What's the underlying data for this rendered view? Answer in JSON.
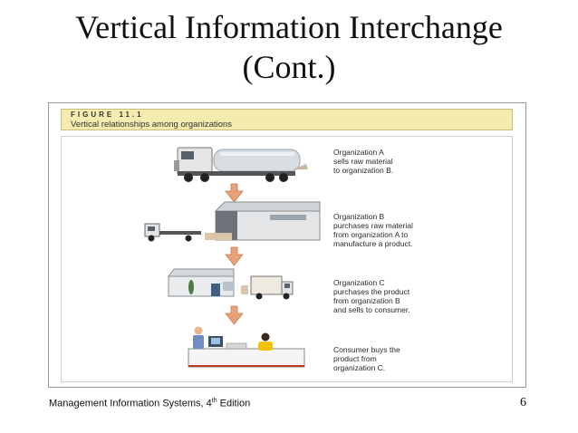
{
  "slide": {
    "title_line1": "Vertical Information Interchange",
    "title_line2": "(Cont.)"
  },
  "figure": {
    "label": "FIGURE 11.1",
    "caption": "Vertical relationships among organizations",
    "stages": [
      {
        "lines": [
          "Organization A",
          "sells raw material",
          "to organization B."
        ]
      },
      {
        "lines": [
          "Organization B",
          "purchases raw material",
          "from organization A to",
          "manufacture a product."
        ]
      },
      {
        "lines": [
          "Organization C",
          "purchases the product",
          "from organization B",
          "and sells to consumer."
        ]
      },
      {
        "lines": [
          "Consumer buys the",
          "product from",
          "organization C."
        ]
      }
    ]
  },
  "footer": {
    "source_prefix": "Management Information Systems, 4",
    "source_sup": "th",
    "source_suffix": " Edition",
    "page_number": "6"
  },
  "colors": {
    "caption_bg": "#f4ebae",
    "arrow": "#e8a27a"
  }
}
